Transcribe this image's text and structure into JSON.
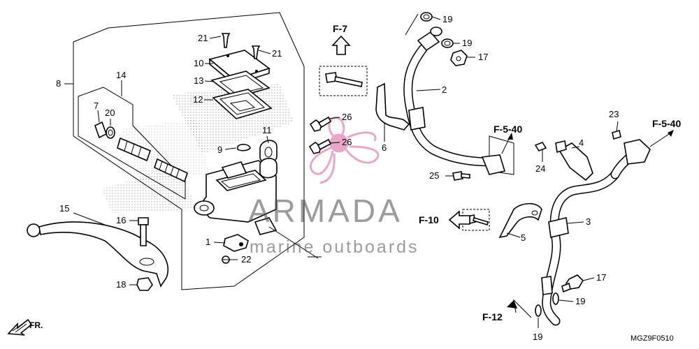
{
  "watermark": {
    "title": "ARMADA",
    "subtitle": "marine outboards",
    "logo_color": "#e8a6c8"
  },
  "drawing_code": "MGZ9F0510",
  "direction_label": "FR.",
  "references": [
    {
      "id": "ref-f7",
      "text": "F-7"
    },
    {
      "id": "ref-f540a",
      "text": "F-5-40"
    },
    {
      "id": "ref-f540b",
      "text": "F-5-40"
    },
    {
      "id": "ref-f10",
      "text": "F-10"
    },
    {
      "id": "ref-f12",
      "text": "F-12"
    }
  ],
  "callouts": {
    "c1": "1",
    "c2": "2",
    "c3": "3",
    "c4": "4",
    "c5": "5",
    "c6": "6",
    "c7": "7",
    "c8": "8",
    "c9": "9",
    "c10": "10",
    "c11": "11",
    "c12": "12",
    "c13": "13",
    "c14": "14",
    "c15": "15",
    "c16": "16",
    "c17a": "17",
    "c17b": "17",
    "c18": "18",
    "c19a": "19",
    "c19b": "19",
    "c19c": "19",
    "c19d": "19",
    "c20": "20",
    "c21a": "21",
    "c21b": "21",
    "c22": "22",
    "c23": "23",
    "c24": "24",
    "c25": "25",
    "c26a": "26",
    "c26b": "26"
  }
}
